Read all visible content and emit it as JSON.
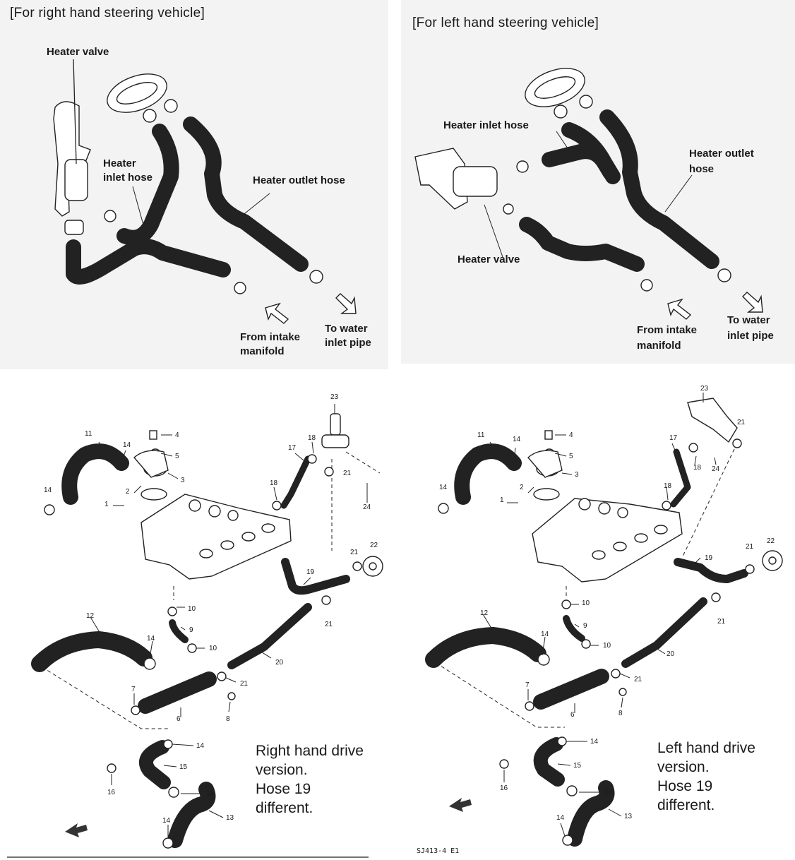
{
  "top_left": {
    "title": "[For right hand steering vehicle]",
    "labels": {
      "heater_valve": "Heater valve",
      "heater_inlet_hose": [
        "Heater",
        "inlet hose"
      ],
      "heater_outlet_hose": "Heater outlet hose",
      "from_intake": [
        "From intake",
        "manifold"
      ],
      "to_water": [
        "To water",
        "inlet pipe"
      ]
    }
  },
  "top_right": {
    "title": "[For left hand steering vehicle]",
    "labels": {
      "heater_inlet_hose": "Heater inlet hose",
      "heater_outlet_hose": [
        "Heater outlet",
        "hose"
      ],
      "heater_valve": "Heater valve",
      "from_intake": [
        "From intake",
        "manifold"
      ],
      "to_water": [
        "To water",
        "inlet pipe"
      ]
    }
  },
  "bottom_left": {
    "note": [
      "Right hand drive",
      "version.",
      "Hose 19",
      "different."
    ],
    "numbers": [
      "1",
      "2",
      "3",
      "4",
      "5",
      "6",
      "7",
      "8",
      "9",
      "10",
      "10",
      "11",
      "12",
      "13",
      "14",
      "14",
      "14",
      "14",
      "14",
      "15",
      "16",
      "17",
      "18",
      "18",
      "19",
      "20",
      "21",
      "21",
      "21",
      "21",
      "22",
      "23",
      "24"
    ]
  },
  "bottom_right": {
    "note": [
      "Left hand drive",
      "version.",
      "Hose 19",
      "different."
    ],
    "code": "SJ413-4 E1",
    "numbers": [
      "1",
      "2",
      "3",
      "4",
      "5",
      "6",
      "7",
      "8",
      "9",
      "10",
      "10",
      "11",
      "12",
      "13",
      "14",
      "14",
      "14",
      "14",
      "14",
      "15",
      "16",
      "17",
      "18",
      "18",
      "19",
      "20",
      "21",
      "21",
      "21",
      "21",
      "22",
      "23",
      "24"
    ]
  },
  "icons": [
    "fwd-arrow-icon"
  ]
}
